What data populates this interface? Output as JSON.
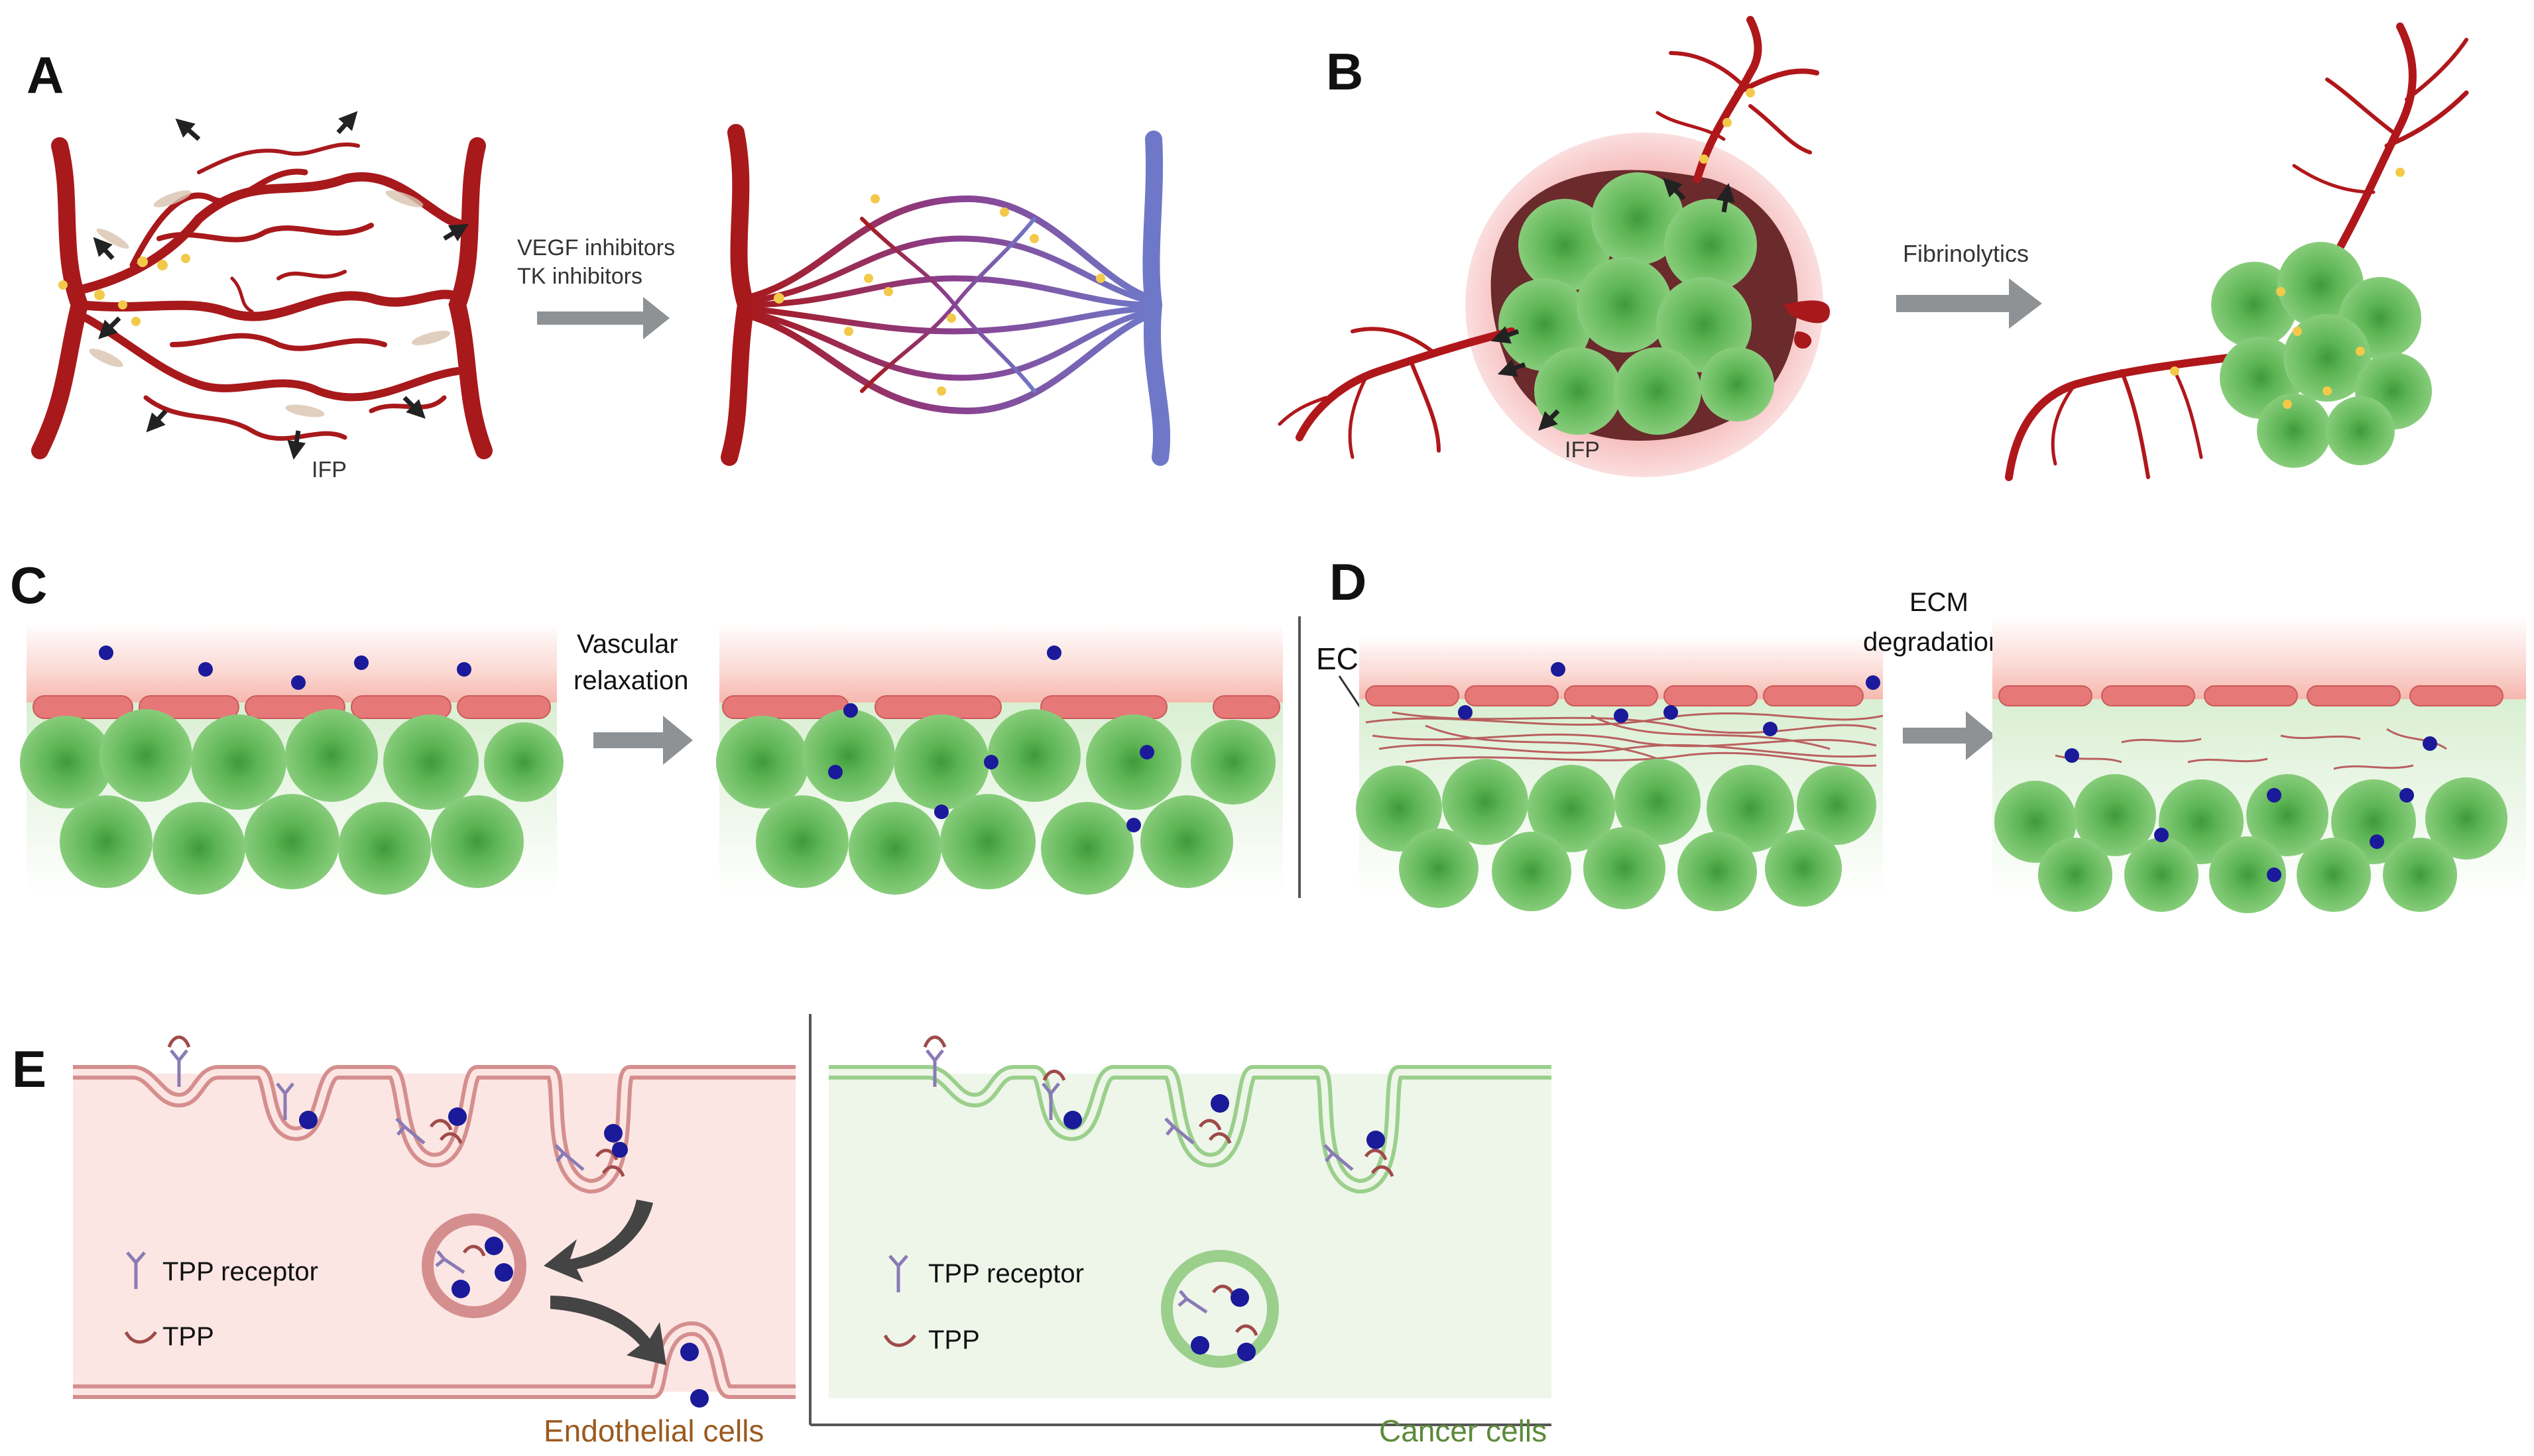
{
  "panels": {
    "A": {
      "letter": "A",
      "ifp_label": "IFP",
      "treatment_line1": "VEGF inhibitors",
      "treatment_line2": "TK inhibitors"
    },
    "B": {
      "letter": "B",
      "ifp_label": "IFP",
      "treatment": "Fibrinolytics"
    },
    "C": {
      "letter": "C",
      "treatment_line1": "Vascular",
      "treatment_line2": "relaxation"
    },
    "D": {
      "letter": "D",
      "ecm_label": "ECM",
      "treatment_line1": "ECM",
      "treatment_line2": "degradation"
    },
    "E": {
      "letter": "E",
      "legend_receptor": "TPP receptor",
      "legend_tpp": "TPP",
      "endothelial_label": "Endothelial cells",
      "cancer_label": "Cancer cells"
    }
  },
  "colors": {
    "vessel_red": "#a8191c",
    "vein_blue": "#6f78c8",
    "cell_green": "#6fbf63",
    "cell_dark": "#3e8f3a",
    "endothelium": "#e67878",
    "drug_blue": "#1a1a9a",
    "arrow_gray": "#8e9295",
    "endothelial_label": "#9a5a1e",
    "cancer_label": "#5c8a3a"
  }
}
